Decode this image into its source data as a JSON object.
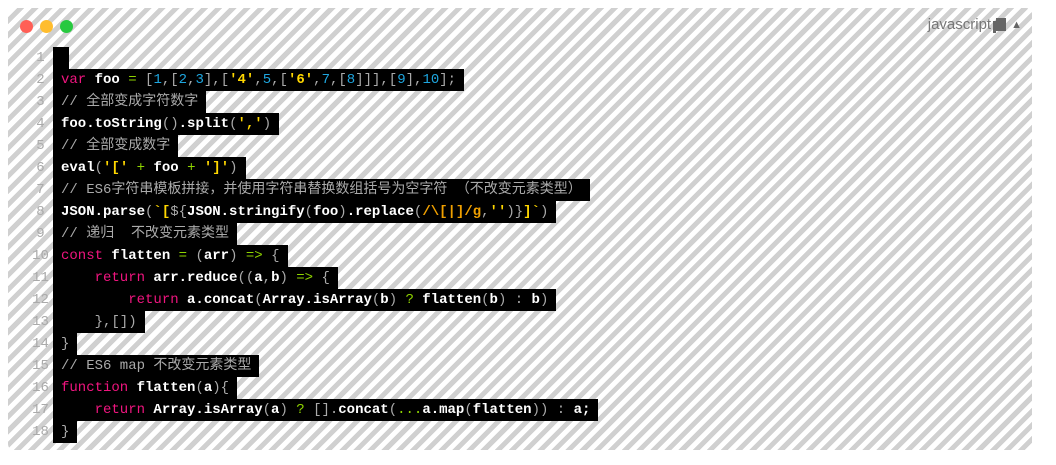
{
  "window": {
    "language": "javascript",
    "colors": {
      "close": "#ff5f56",
      "minimize": "#ffbd2e",
      "maximize": "#27c93f"
    }
  },
  "lines": [
    [],
    [
      [
        "var",
        "k"
      ],
      [
        " foo ",
        "i"
      ],
      [
        "=",
        "o"
      ],
      [
        " [",
        "p"
      ],
      [
        "1",
        "n"
      ],
      [
        ",[",
        "p"
      ],
      [
        "2",
        "n"
      ],
      [
        ",",
        "p"
      ],
      [
        "3",
        "n"
      ],
      [
        "],[",
        "p"
      ],
      [
        "'4'",
        "s"
      ],
      [
        ",",
        "p"
      ],
      [
        "5",
        "n"
      ],
      [
        ",[",
        "p"
      ],
      [
        "'6'",
        "s"
      ],
      [
        ",",
        "p"
      ],
      [
        "7",
        "n"
      ],
      [
        ",[",
        "p"
      ],
      [
        "8",
        "n"
      ],
      [
        "]]],[",
        "p"
      ],
      [
        "9",
        "n"
      ],
      [
        "],",
        "p"
      ],
      [
        "10",
        "n"
      ],
      [
        "];",
        "p"
      ]
    ],
    [
      [
        "// 全部变成字符数字",
        "c"
      ]
    ],
    [
      [
        "foo.toString",
        "i"
      ],
      [
        "()",
        "p"
      ],
      [
        ".split",
        "i"
      ],
      [
        "(",
        "p"
      ],
      [
        "','",
        "s"
      ],
      [
        ")",
        "p"
      ]
    ],
    [
      [
        "// 全部变成数字",
        "c"
      ]
    ],
    [
      [
        "eval",
        "i"
      ],
      [
        "(",
        "p"
      ],
      [
        "'['",
        "s"
      ],
      [
        " + ",
        "o"
      ],
      [
        "foo",
        "i"
      ],
      [
        " + ",
        "o"
      ],
      [
        "']'",
        "s"
      ],
      [
        ")",
        "p"
      ]
    ],
    [
      [
        "// ES6字符串模板拼接，并使用字符串替换数组括号为空字符 （不改变元素类型）",
        "c"
      ]
    ],
    [
      [
        "JSON.parse",
        "i"
      ],
      [
        "(",
        "p"
      ],
      [
        "`[",
        "s"
      ],
      [
        "${",
        "p"
      ],
      [
        "JSON.stringify",
        "i"
      ],
      [
        "(",
        "p"
      ],
      [
        "foo",
        "i"
      ],
      [
        ")",
        "p"
      ],
      [
        ".replace",
        "i"
      ],
      [
        "(",
        "p"
      ],
      [
        "/\\[|]/g",
        "r"
      ],
      [
        ",",
        "p"
      ],
      [
        "''",
        "s"
      ],
      [
        ")}",
        "p"
      ],
      [
        "]`",
        "s"
      ],
      [
        ")",
        "p"
      ]
    ],
    [
      [
        "// 递归  不改变元素类型",
        "c"
      ]
    ],
    [
      [
        "const",
        "k"
      ],
      [
        " flatten ",
        "i"
      ],
      [
        "=",
        "o"
      ],
      [
        " (",
        "p"
      ],
      [
        "arr",
        "i"
      ],
      [
        ") ",
        "p"
      ],
      [
        "=>",
        "o"
      ],
      [
        " {",
        "p"
      ]
    ],
    [
      [
        "    return",
        "k"
      ],
      [
        " arr.reduce",
        "i"
      ],
      [
        "((",
        "p"
      ],
      [
        "a",
        "i"
      ],
      [
        ",",
        "p"
      ],
      [
        "b",
        "i"
      ],
      [
        ") ",
        "p"
      ],
      [
        "=>",
        "o"
      ],
      [
        " {",
        "p"
      ]
    ],
    [
      [
        "        return",
        "k"
      ],
      [
        " a.concat",
        "i"
      ],
      [
        "(",
        "p"
      ],
      [
        "Array.isArray",
        "i"
      ],
      [
        "(",
        "p"
      ],
      [
        "b",
        "i"
      ],
      [
        ") ",
        "p"
      ],
      [
        "?",
        "o"
      ],
      [
        " flatten",
        "i"
      ],
      [
        "(",
        "p"
      ],
      [
        "b",
        "i"
      ],
      [
        ") : ",
        "p"
      ],
      [
        "b",
        "i"
      ],
      [
        ")",
        "p"
      ]
    ],
    [
      [
        "    },[])",
        "p"
      ]
    ],
    [
      [
        "}",
        "p"
      ]
    ],
    [
      [
        "// ES6 map 不改变元素类型",
        "c"
      ]
    ],
    [
      [
        "function",
        "k"
      ],
      [
        " flatten",
        "i"
      ],
      [
        "(",
        "p"
      ],
      [
        "a",
        "i"
      ],
      [
        "){",
        "p"
      ]
    ],
    [
      [
        "    return",
        "k"
      ],
      [
        " Array.isArray",
        "i"
      ],
      [
        "(",
        "p"
      ],
      [
        "a",
        "i"
      ],
      [
        ") ",
        "p"
      ],
      [
        "?",
        "o"
      ],
      [
        " [].",
        "p"
      ],
      [
        "concat",
        "i"
      ],
      [
        "(",
        "p"
      ],
      [
        "...",
        "o"
      ],
      [
        "a.map",
        "i"
      ],
      [
        "(",
        "p"
      ],
      [
        "flatten",
        "i"
      ],
      [
        ")) : ",
        "p"
      ],
      [
        "a;",
        "i"
      ]
    ],
    [
      [
        "}",
        "p"
      ]
    ]
  ]
}
